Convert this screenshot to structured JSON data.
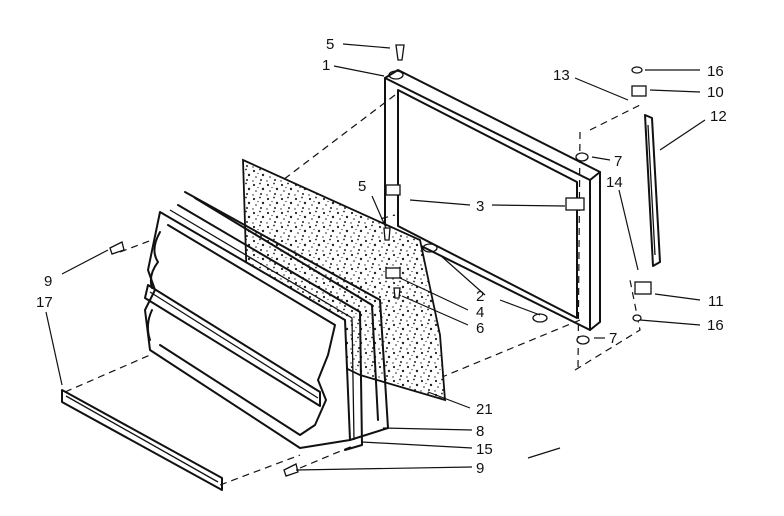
{
  "labels": {
    "l1": "1",
    "l2": "2",
    "l3": "3",
    "l4": "4",
    "l5a": "5",
    "l5b": "5",
    "l6": "6",
    "l7a": "7",
    "l7b": "7",
    "l8": "8",
    "l9a": "9",
    "l9b": "9",
    "l10": "10",
    "l11": "11",
    "l12": "12",
    "l13": "13",
    "l14": "14",
    "l15": "15",
    "l16a": "16",
    "l16b": "16",
    "l17": "17",
    "l21": "21"
  }
}
